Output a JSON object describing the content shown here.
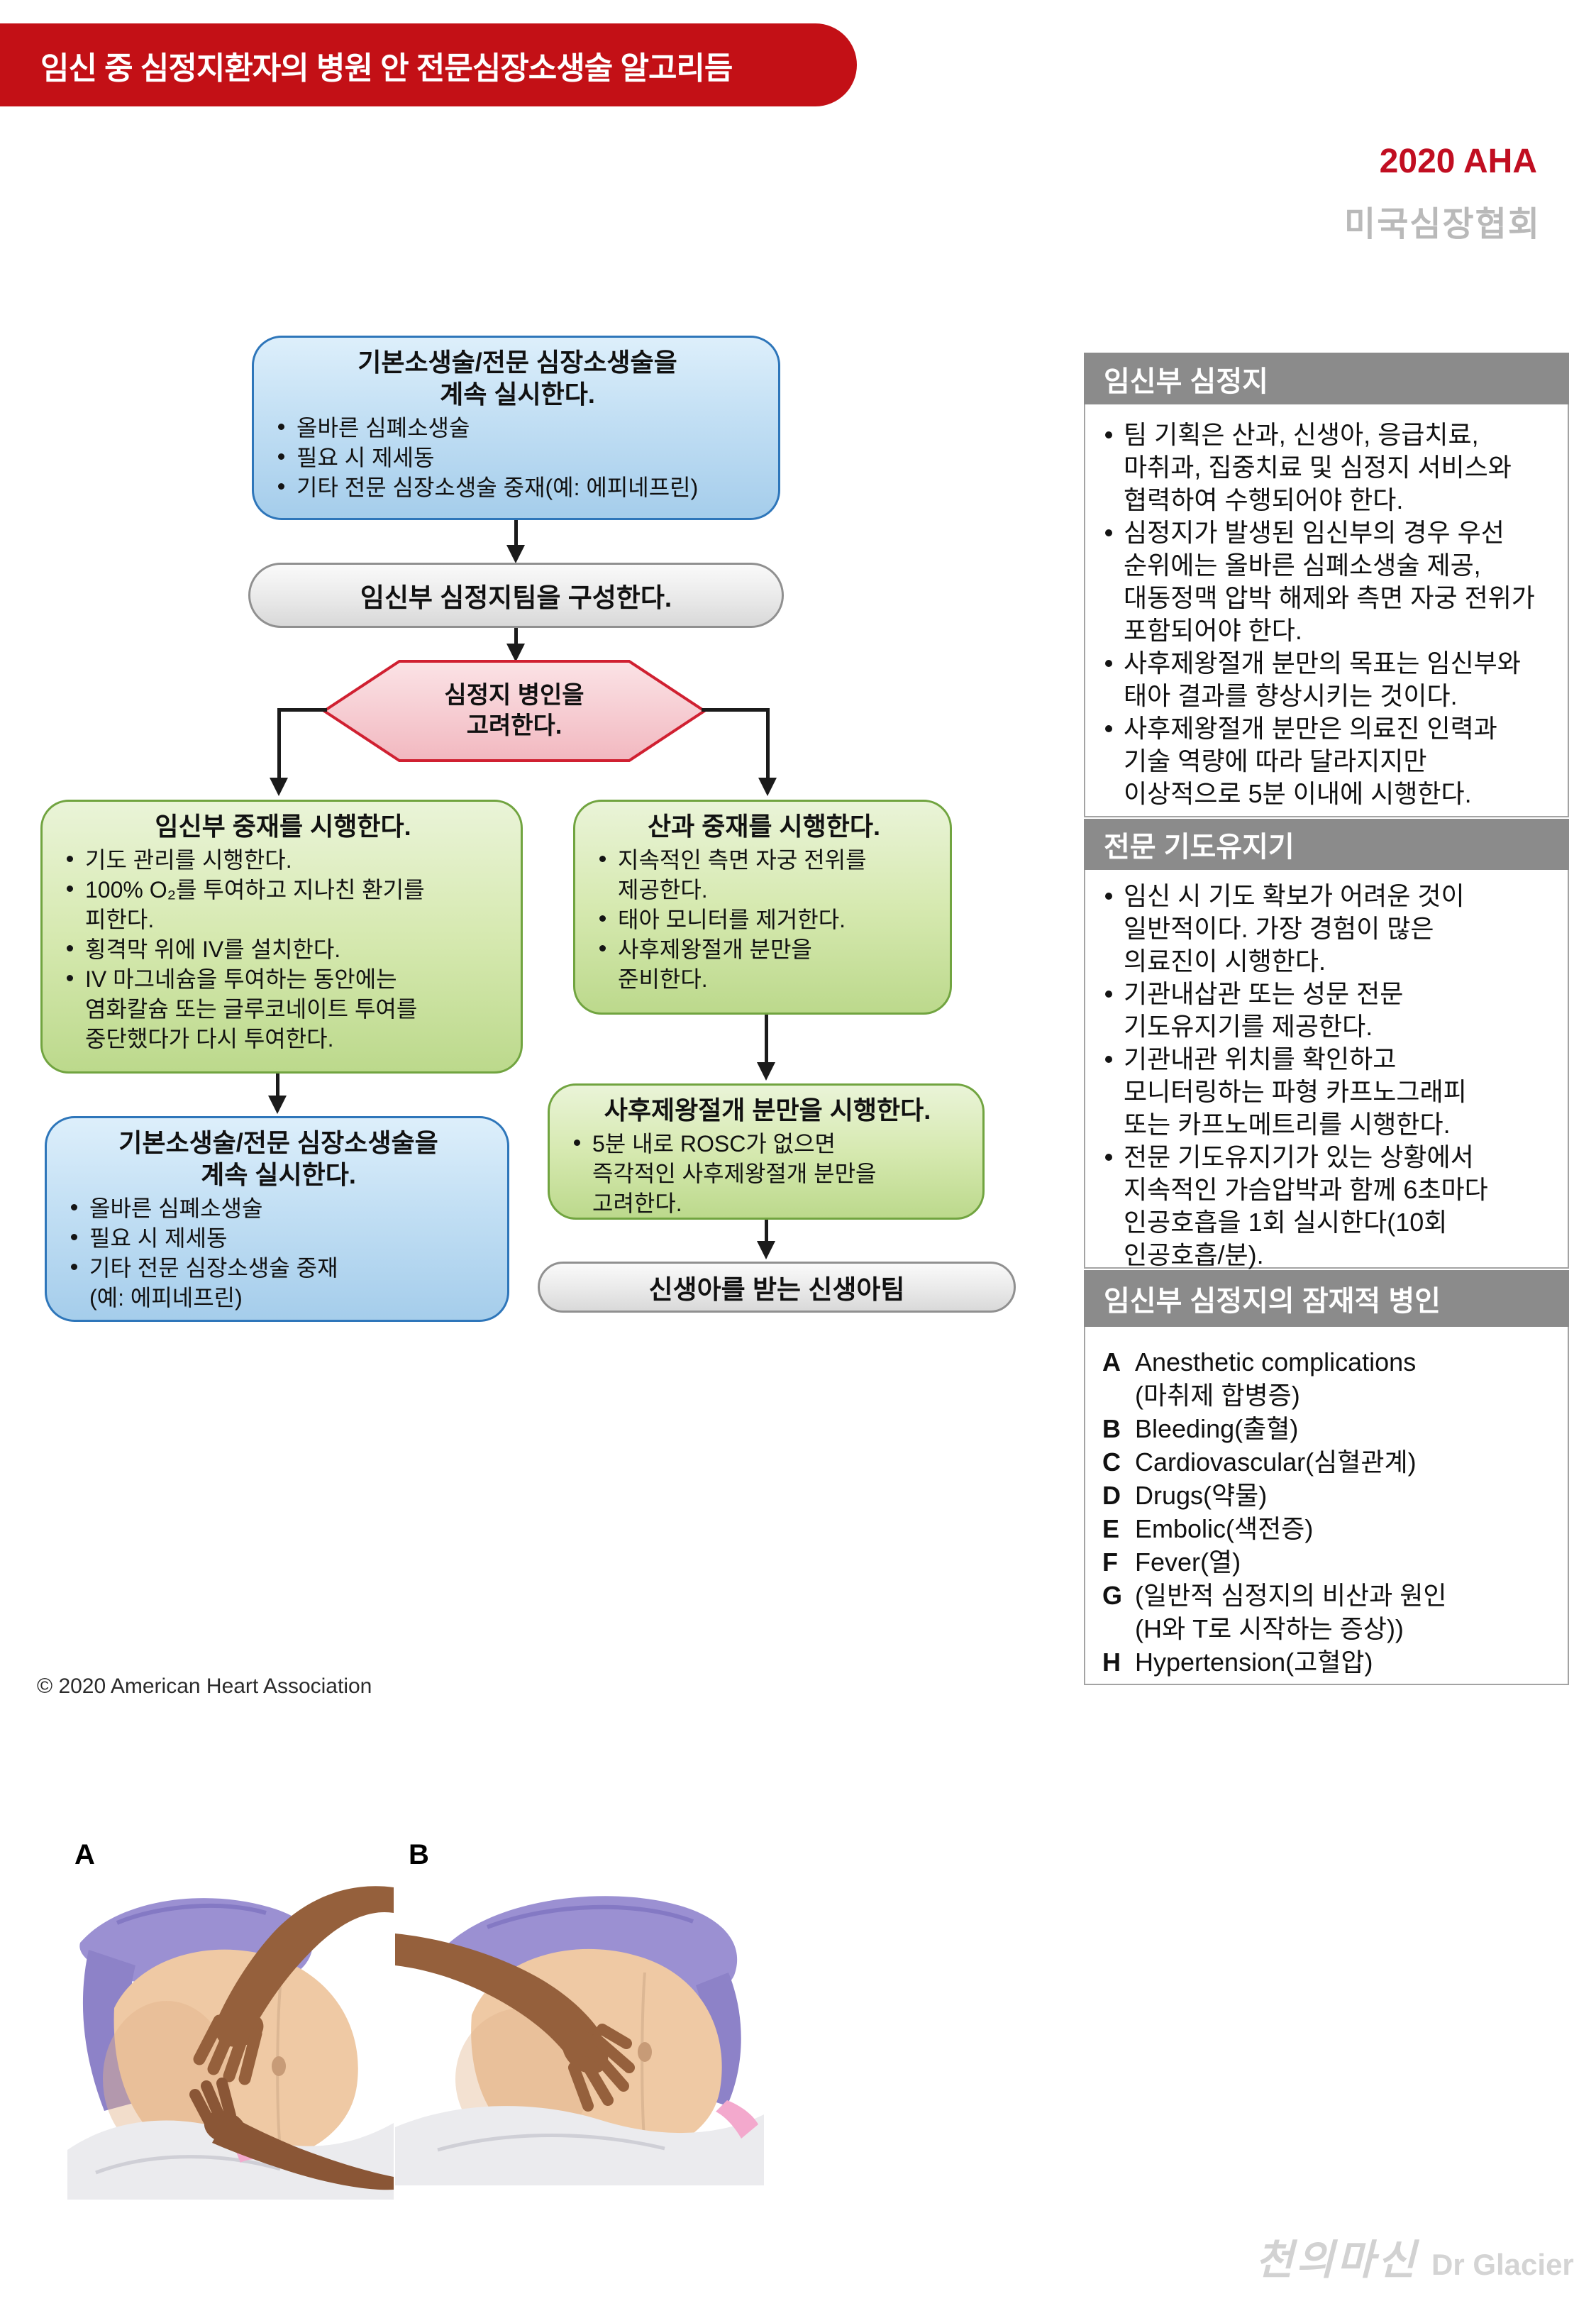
{
  "header": {
    "title": "임신 중 심정지환자의 병원 안 전문심장소생술 알고리듬"
  },
  "brand": {
    "year_org": "2020 AHA",
    "org_kr": "미국심장협회"
  },
  "colors": {
    "banner_red": "#c31016",
    "aha_red": "#c10e21",
    "brand_gray": "#b9b9b9",
    "blue_box_border": "#2e76ba",
    "green_box_border": "#71a440",
    "hexagon_border": "#d02031",
    "sidebar_header_gray": "#8b8b8b"
  },
  "flowchart": {
    "continue_top": {
      "title_lines": [
        "기본소생술/전문 심장소생술을",
        "계속 실시한다."
      ],
      "bullets": [
        "올바른 심폐소생술",
        "필요 시 제세동",
        "기타 전문 심장소생술 중재(예: 에피네프린)"
      ]
    },
    "team_pill": {
      "label": "임신부 심정지팀을 구성한다."
    },
    "decision": {
      "lines": [
        "심정지 병인을",
        "고려한다."
      ]
    },
    "maternal": {
      "title": "임신부 중재를 시행한다.",
      "bullets": [
        "기도 관리를 시행한다.",
        [
          "100% O₂를 투여하고 지나친 환기를",
          "피한다."
        ],
        "횡격막 위에 IV를 설치한다.",
        [
          "IV 마그네슘을 투여하는 동안에는",
          "염화칼슘 또는 글루코네이트 투여를",
          "중단했다가 다시 투여한다."
        ]
      ]
    },
    "obstetric": {
      "title": "산과 중재를 시행한다.",
      "bullets": [
        [
          "지속적인 측면 자궁 전위를",
          "제공한다."
        ],
        "태아 모니터를 제거한다.",
        [
          "사후제왕절개 분만을",
          "준비한다."
        ]
      ]
    },
    "continue_bottom": {
      "title_lines": [
        "기본소생술/전문 심장소생술을",
        "계속 실시한다."
      ],
      "bullets": [
        "올바른 심폐소생술",
        "필요 시 제세동",
        [
          "기타 전문 심장소생술 중재",
          "(예: 에피네프린)"
        ]
      ]
    },
    "pmcd": {
      "title": "사후제왕절개 분만을 시행한다.",
      "bullets": [
        [
          "5분 내로 ROSC가 없으면",
          "즉각적인 사후제왕절개 분만을",
          "고려한다."
        ]
      ]
    },
    "neonatal_pill": {
      "label": "신생아를 받는 신생아팀"
    }
  },
  "sidebar": {
    "s1": {
      "title": "임신부 심정지",
      "bullets": [
        [
          "팀 기획은 산과, 신생아, 응급치료,",
          "마취과, 집중치료 및 심정지 서비스와",
          "협력하여 수행되어야 한다."
        ],
        [
          "심정지가 발생된 임신부의 경우 우선",
          "순위에는 올바른 심폐소생술 제공,",
          "대동정맥 압박 해제와 측면 자궁 전위가",
          "포함되어야 한다."
        ],
        [
          "사후제왕절개 분만의 목표는 임신부와",
          "태아 결과를 향상시키는 것이다."
        ],
        [
          "사후제왕절개 분만은 의료진 인력과",
          "기술 역량에 따라 달라지지만",
          "이상적으로 5분 이내에 시행한다."
        ]
      ]
    },
    "s2": {
      "title": "전문 기도유지기",
      "bullets": [
        [
          "임신 시 기도 확보가 어려운 것이",
          "일반적이다. 가장 경험이 많은",
          "의료진이 시행한다."
        ],
        [
          "기관내삽관 또는 성문 전문",
          "기도유지기를 제공한다."
        ],
        [
          "기관내관 위치를 확인하고",
          "모니터링하는 파형 카프노그래피",
          "또는 카프노메트리를 시행한다."
        ],
        [
          "전문 기도유지기가 있는 상황에서",
          "지속적인 가슴압박과 함께 6초마다",
          "인공호흡을 1회 실시한다(10회",
          "인공호흡/분)."
        ]
      ]
    },
    "s3": {
      "title": "임신부 심정지의 잠재적 병인",
      "items": [
        {
          "letter": "A",
          "lines": [
            "Anesthetic complications",
            "(마취제 합병증)"
          ]
        },
        {
          "letter": "B",
          "lines": [
            "Bleeding(출혈)"
          ]
        },
        {
          "letter": "C",
          "lines": [
            "Cardiovascular(심혈관계)"
          ]
        },
        {
          "letter": "D",
          "lines": [
            "Drugs(약물)"
          ]
        },
        {
          "letter": "E",
          "lines": [
            "Embolic(색전증)"
          ]
        },
        {
          "letter": "F",
          "lines": [
            "Fever(열)"
          ]
        },
        {
          "letter": "G",
          "lines": [
            "(일반적 심정지의 비산과 원인",
            "(H와 T로 시작하는 증상))"
          ]
        },
        {
          "letter": "H",
          "lines": [
            "Hypertension(고혈압)"
          ]
        }
      ]
    }
  },
  "footer": {
    "copyright": "© 2020 American Heart Association"
  },
  "figures": {
    "label_a": "A",
    "label_b": "B"
  },
  "watermark": {
    "script": "천의마신",
    "name": "Dr Glacier"
  }
}
